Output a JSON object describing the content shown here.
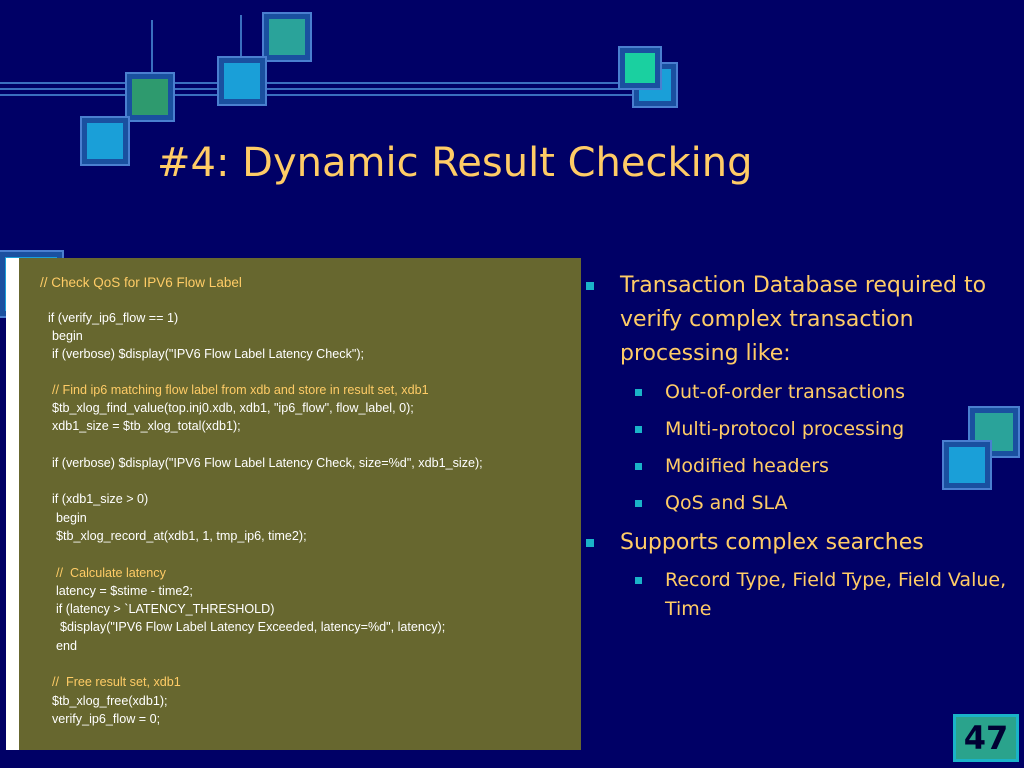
{
  "slide": {
    "title": "#4: Dynamic Result Checking",
    "page_number": "47"
  },
  "colors": {
    "background": "#000066",
    "title": "#ffcc66",
    "code_panel": "#67672f",
    "bullet_marker": "#1ab3c8",
    "accent_line": "#3a6fc0"
  },
  "code": {
    "lines": [
      "// Check QoS for IPV6 Flow Label",
      "if (verify_ip6_flow == 1)",
      "begin",
      "if (verbose) $display(\"IPV6 Flow Label Latency Check\");",
      "// Find ip6 matching flow label from xdb and store in result set, xdb1",
      "$tb_xlog_find_value(top.inj0.xdb, xdb1, \"ip6_flow\", flow_label, 0);",
      "xdb1_size = $tb_xlog_total(xdb1);",
      "if (verbose) $display(\"IPV6 Flow Label Latency Check, size=%d\", xdb1_size);",
      "if (xdb1_size > 0)",
      "begin",
      "$tb_xlog_record_at(xdb1, 1, tmp_ip6, time2);",
      "//  Calculate latency",
      "latency = $stime - time2;",
      "if (latency > `LATENCY_THRESHOLD)",
      "$display(\"IPV6 Flow Label Latency Exceeded, latency=%d\", latency);",
      "end",
      "//  Free result set, xdb1",
      "$tb_xlog_free(xdb1);",
      "verify_ip6_flow = 0;"
    ]
  },
  "bullets": [
    {
      "text": "Transaction Database required to verify complex transaction processing like:"
    },
    {
      "text": "Out-of-order transactions"
    },
    {
      "text": "Multi-protocol processing"
    },
    {
      "text": "Modified headers"
    },
    {
      "text": "QoS and SLA"
    },
    {
      "text": "Supports complex searches"
    },
    {
      "text": "Record Type, Field Type, Field Value, Time"
    }
  ]
}
